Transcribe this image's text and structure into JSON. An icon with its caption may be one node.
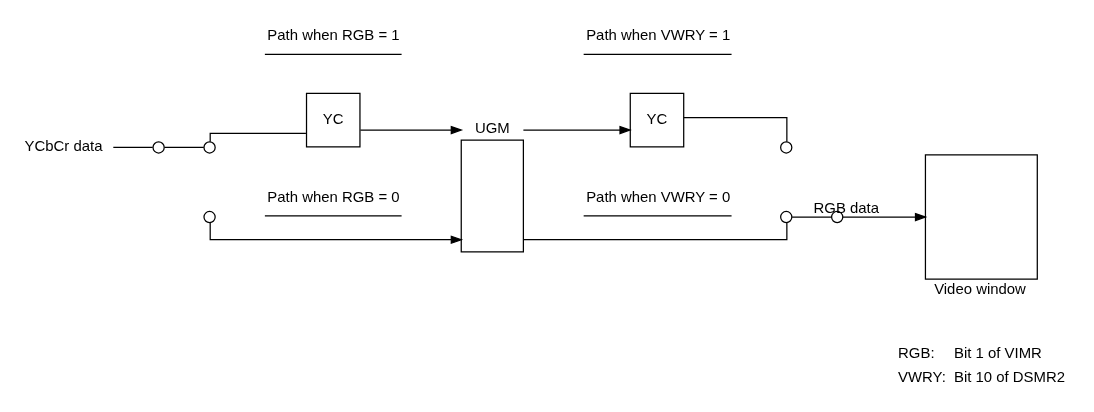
{
  "diagram": {
    "nodes": [
      {
        "text": [
          "YCbCr data"
        ]
      },
      {
        "text": [],
        "shape": "circle"
      },
      {
        "text": [],
        "shape": "circle"
      },
      {
        "text": [],
        "shape": "circle"
      },
      {
        "text": [
          "YC"
        ]
      },
      {
        "text": [
          "UGM"
        ]
      },
      {
        "text": [
          "YC"
        ]
      },
      {
        "text": [],
        "shape": "circle"
      },
      {
        "text": [],
        "shape": "circle"
      },
      {
        "text": [],
        "shape": "circle"
      },
      {
        "text": [
          "Video window"
        ]
      }
    ],
    "edges": [
      {
        "from": 0,
        "to": 1,
        "arrow": "none"
      },
      {
        "from": 1,
        "to": 2,
        "arrow": "none"
      },
      {
        "from": 2,
        "to": 4,
        "arrow": "none"
      },
      {
        "from": 4,
        "to": 5,
        "arrow": "to"
      },
      {
        "from": 3,
        "to": 5,
        "arrow": "to"
      },
      {
        "from": 5,
        "to": 6,
        "arrow": "to"
      },
      {
        "from": 5,
        "to": 8,
        "arrow": "none"
      },
      {
        "from": 6,
        "to": 7,
        "arrow": "none"
      },
      {
        "from": 8,
        "to": 9,
        "arrow": "none"
      },
      {
        "from": 9,
        "to": 10,
        "arrow": "to",
        "label": "RGB data"
      }
    ],
    "labels": [
      "Path when RGB = 1",
      "Path when VWRY = 1",
      "Path when RGB = 0",
      "Path when VWRY = 0",
      "RGB:",
      "Bit 1 of VIMR",
      "VWRY:",
      "Bit 10 of DSMR2"
    ]
  }
}
